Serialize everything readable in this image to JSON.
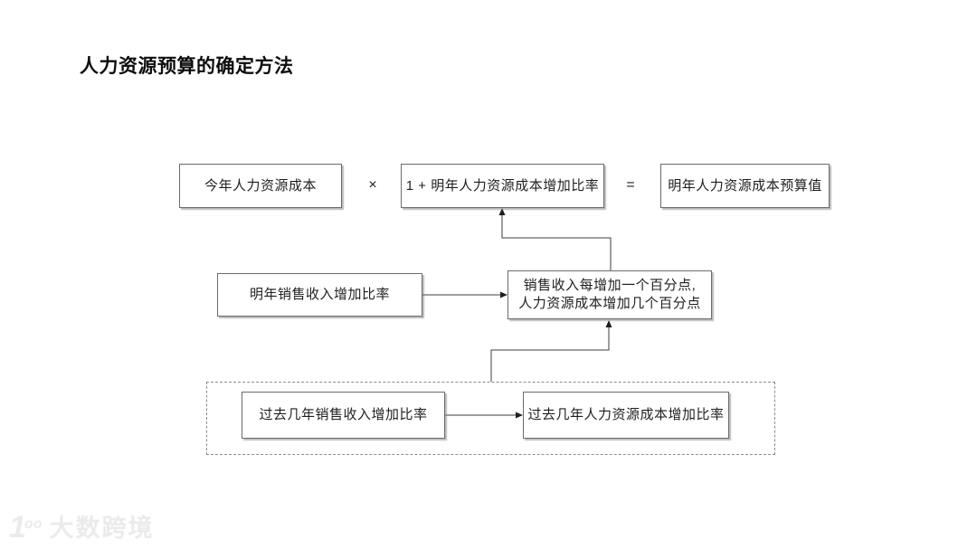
{
  "page": {
    "title": "人力资源预算的确定方法"
  },
  "diagram": {
    "formula_row": {
      "box_this_year_cost": "今年人力资源成本",
      "multiply_sign": "×",
      "box_one_plus_increase": "1 + 明年人力资源成本增加比率",
      "equals_sign": "=",
      "box_next_year_budget": "明年人力资源成本预算值"
    },
    "middle_row": {
      "box_next_year_sales_increase": "明年销售收入增加比率",
      "box_ratio_line1": "销售收入每增加一个百分点,",
      "box_ratio_line2": "人力资源成本增加几个百分点"
    },
    "history_group": {
      "box_past_sales_increase": "过去几年销售收入增加比率",
      "box_past_cost_increase": "过去几年人力资源成本增加比率"
    }
  },
  "watermark": {
    "logo_digit": "1",
    "logo_superscript": "oo",
    "brand": "大数跨境"
  },
  "colors": {
    "background": "#ffffff",
    "title_text": "#0d0d0d",
    "box_border": "#6b6b6b",
    "box_shadow": "#828282",
    "box_text": "#1f1f1f",
    "dashed_border": "#8c8c8c",
    "connector": "#3d3d3d",
    "watermark": "#ebebeb"
  }
}
